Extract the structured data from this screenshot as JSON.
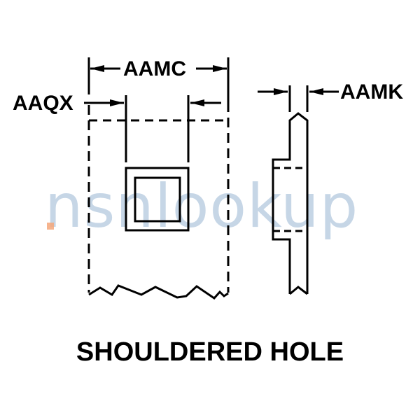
{
  "diagram": {
    "title": "SHOULDERED HOLE",
    "labels": {
      "overall_width": "AAMC",
      "shoulder_offset": "AAQX",
      "thickness": "AAMK"
    },
    "watermark": "nsnlookup",
    "colors": {
      "line": "#000000",
      "background": "#ffffff",
      "watermark": "#a9c1da",
      "watermark_dot": "#f5a77a"
    }
  }
}
